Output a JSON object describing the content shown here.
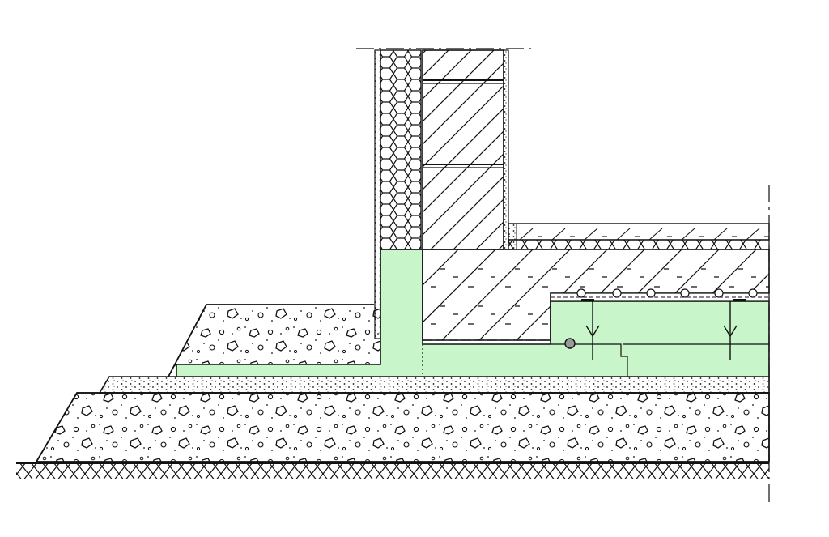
{
  "colors": {
    "background": "#ffffff",
    "line": "#111111",
    "insulation_green": "#c8f5c9",
    "drain_pipe_fill": "#9a9a9a"
  },
  "layers": [
    {
      "name": "subsoil",
      "pattern": "crosshatch"
    },
    {
      "name": "gravel-bed",
      "pattern": "stones"
    },
    {
      "name": "sand-layer",
      "pattern": "dots"
    },
    {
      "name": "backfill",
      "pattern": "stones"
    },
    {
      "name": "perimeter-insulation",
      "pattern": "green-fill"
    },
    {
      "name": "wall-insulation",
      "pattern": "hexagon"
    },
    {
      "name": "masonry-wall",
      "pattern": "diagonal-hatch"
    },
    {
      "name": "concrete-slab",
      "pattern": "dashed-hatch"
    },
    {
      "name": "floor-screed",
      "pattern": "dashed-hatch"
    },
    {
      "name": "underfloor-heating",
      "pattern": "circles"
    }
  ],
  "symbols": {
    "drain_icon": "drain-pipe-icon",
    "arrow_icon": "arrow-down-icon",
    "heating_icon": "heating-pipe-icon"
  }
}
